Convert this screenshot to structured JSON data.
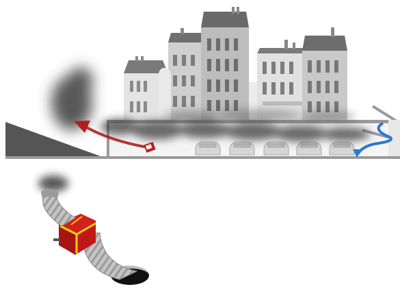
{
  "diagram": {
    "scene": "underground-car-park-smoke-extraction",
    "parts": [
      "buildings",
      "street-level",
      "car-park",
      "parked-cars",
      "ramp",
      "smoke",
      "extraction-fan",
      "exhaust-duct"
    ],
    "flows": [
      {
        "kind": "smoke-outflow",
        "color": "#b01e1e"
      },
      {
        "kind": "fresh-air-inflow",
        "color": "#2a78d2"
      }
    ],
    "cars_count": 5
  },
  "colors": {
    "building_light": "#e6e6e6",
    "building_mid": "#c7c7c7",
    "building_dark": "#6d6d6d",
    "roof": "#7a7a7a",
    "ground": "#555555",
    "smoke": "#3a3a3a",
    "fan_red": "#c01818",
    "fan_band": "#f0d000",
    "duct": "#b8b8b8",
    "smoke_arrow": "#b01e1e",
    "air_arrow": "#2a78d2"
  }
}
